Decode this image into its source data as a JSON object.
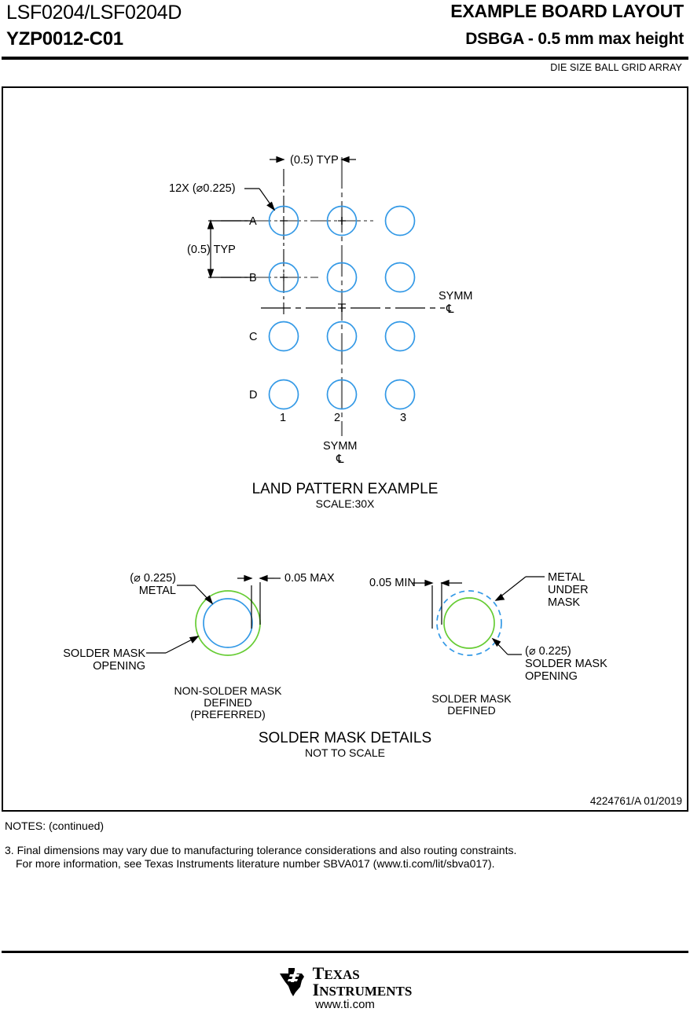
{
  "header": {
    "device": "LSF0204/LSF0204D",
    "package": "YZP0012-C01",
    "title": "EXAMPLE BOARD LAYOUT",
    "subtitle": "DSBGA - 0.5 mm max height",
    "package_type": "DIE SIZE BALL GRID ARRAY"
  },
  "drawing": {
    "number": "4224761/A   01/2019"
  },
  "land_pattern": {
    "caption": "LAND PATTERN EXAMPLE",
    "scale": "SCALE:30X",
    "pad_callout": "12X (",
    "pad_callout_dia": "⌀",
    "pad_callout_value": "0.225)",
    "pitch_horizontal": "(0.5) TYP",
    "pitch_vertical": "(0.5) TYP",
    "symm_label": "SYMM",
    "symm_symbol": "℄",
    "row_labels": [
      "A",
      "B",
      "C",
      "D"
    ],
    "column_labels": [
      "1",
      "2",
      "3"
    ],
    "pad_count": 12,
    "pad_diameter": "0.225",
    "pitch": "0.5"
  },
  "solder_mask": {
    "section_caption": "SOLDER MASK DETAILS",
    "section_scale": "NOT TO SCALE",
    "left": {
      "caption_line1": "NON-SOLDER MASK",
      "caption_line2": "DEFINED",
      "caption_line3": "(PREFERRED)",
      "metal_label_line1": "(⌀ 0.225)",
      "metal_label_line2": "METAL",
      "opening_label_line1": "SOLDER MASK",
      "opening_label_line2": "OPENING",
      "gap_dimension": "0.05 MAX"
    },
    "right": {
      "caption_line1": "SOLDER MASK",
      "caption_line2": "DEFINED",
      "metal_label_line1": "METAL",
      "metal_label_line2": "UNDER",
      "metal_label_line3": "MASK",
      "opening_label_line1": "(⌀ 0.225)",
      "opening_label_line2": "SOLDER MASK",
      "opening_label_line3": "OPENING",
      "gap_dimension": "0.05 MIN"
    }
  },
  "notes": {
    "heading": "NOTES: (continued)",
    "items": [
      {
        "line1": "3. Final dimensions may vary due to manufacturing tolerance considerations and also routing constraints.",
        "line2": "For more information, see Texas Instruments literature number SBVA017 (www.ti.com/lit/sbva017)."
      }
    ]
  },
  "footer": {
    "brand_line1": "T",
    "brand_line1_rest": "EXAS",
    "brand_line2": "I",
    "brand_line2_rest": "NSTRUMENTS",
    "url": "www.ti.com"
  },
  "colors": {
    "pad_blue": "#3399e6",
    "mask_green": "#66cc33",
    "line_black": "#000000",
    "center_gray": "#808080"
  }
}
